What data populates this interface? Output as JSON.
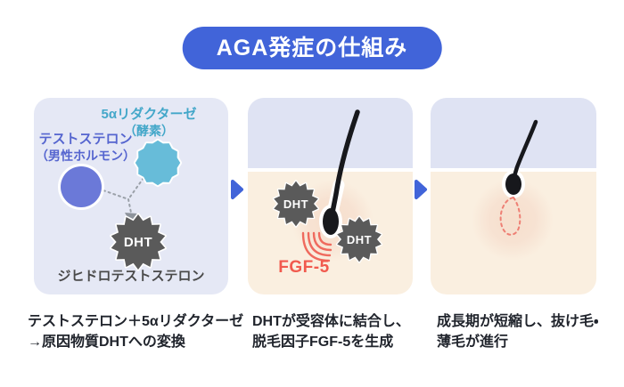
{
  "title": "AGA発症の仕組み",
  "colors": {
    "accent_blue": "#4164d9",
    "panel_lavender": "#e5e8f5",
    "sky_lavender": "#dfe3f3",
    "skin_beige": "#faefe0",
    "glow_pink": "#f7e2d2",
    "testosterone_blue": "#6b79d8",
    "testosterone_label_blue": "#5565cf",
    "reductase_teal": "#67bcd9",
    "reductase_label_teal": "#43a7c9",
    "dht_gray": "#5a5a5a",
    "fgf5_coral": "#f15a4e",
    "hair_black": "#17181c",
    "caption_text": "#20242c"
  },
  "step1": {
    "testosterone_label": "テストステロン",
    "testosterone_sub": "（男性ホルモン）",
    "reductase_label": "5αリダクターゼ",
    "reductase_sub": "（酵素）",
    "dht_badge": "DHT",
    "dht_full_name": "ジヒドロテストステロン",
    "caption_line1": "テストステロン＋5αリダクターゼ",
    "caption_line2": "→原因物質DHTへの変換"
  },
  "step2": {
    "dht_badge_left": "DHT",
    "dht_badge_right": "DHT",
    "fgf5_label": "FGF-5",
    "caption_line1": "DHTが受容体に結合し、",
    "caption_line2": "脱毛因子FGF-5を生成"
  },
  "step3": {
    "caption_line1": "成長期が短縮し、抜け毛・",
    "caption_line2": "薄毛が進行"
  }
}
